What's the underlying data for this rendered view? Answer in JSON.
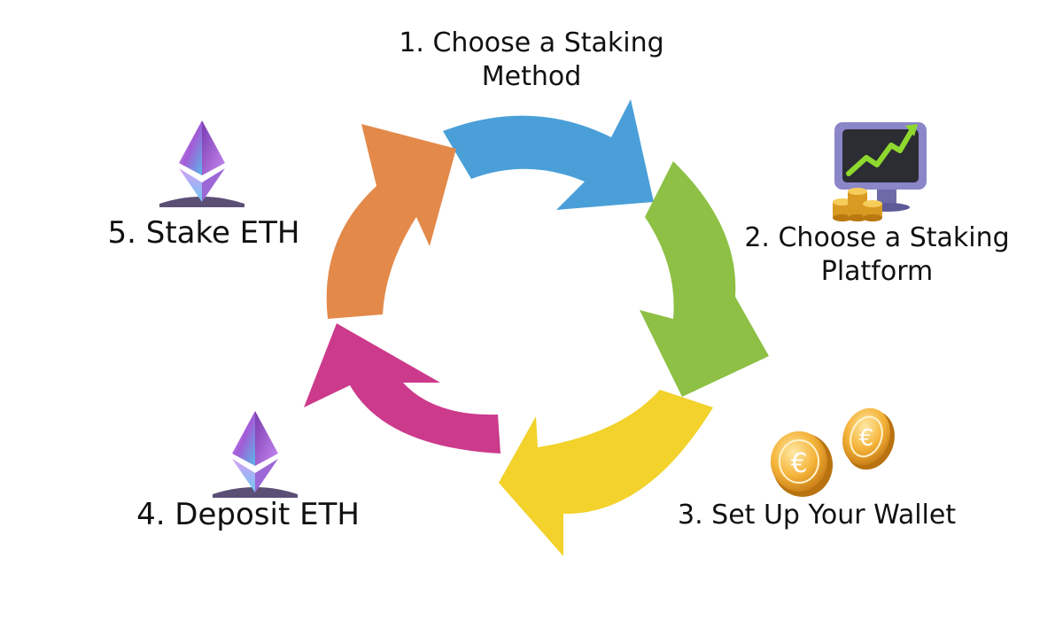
{
  "steps": [
    {
      "lines": [
        "1. Choose a Staking",
        "Method"
      ],
      "color": "#4A9FD8",
      "icon": "none"
    },
    {
      "lines": [
        "2. Choose a Staking",
        "Platform"
      ],
      "color": "#8DC044",
      "icon": "monitor-chart-coins-icon"
    },
    {
      "lines": [
        "3. Set Up Your Wallet"
      ],
      "color": "#F2D22B",
      "icon": "euro-coins-icon"
    },
    {
      "lines": [
        "4. Deposit ETH"
      ],
      "color": "#CC3A8C",
      "icon": "ethereum-icon"
    },
    {
      "lines": [
        "5. Stake ETH"
      ],
      "color": "#E3894A",
      "icon": "ethereum-icon"
    }
  ]
}
